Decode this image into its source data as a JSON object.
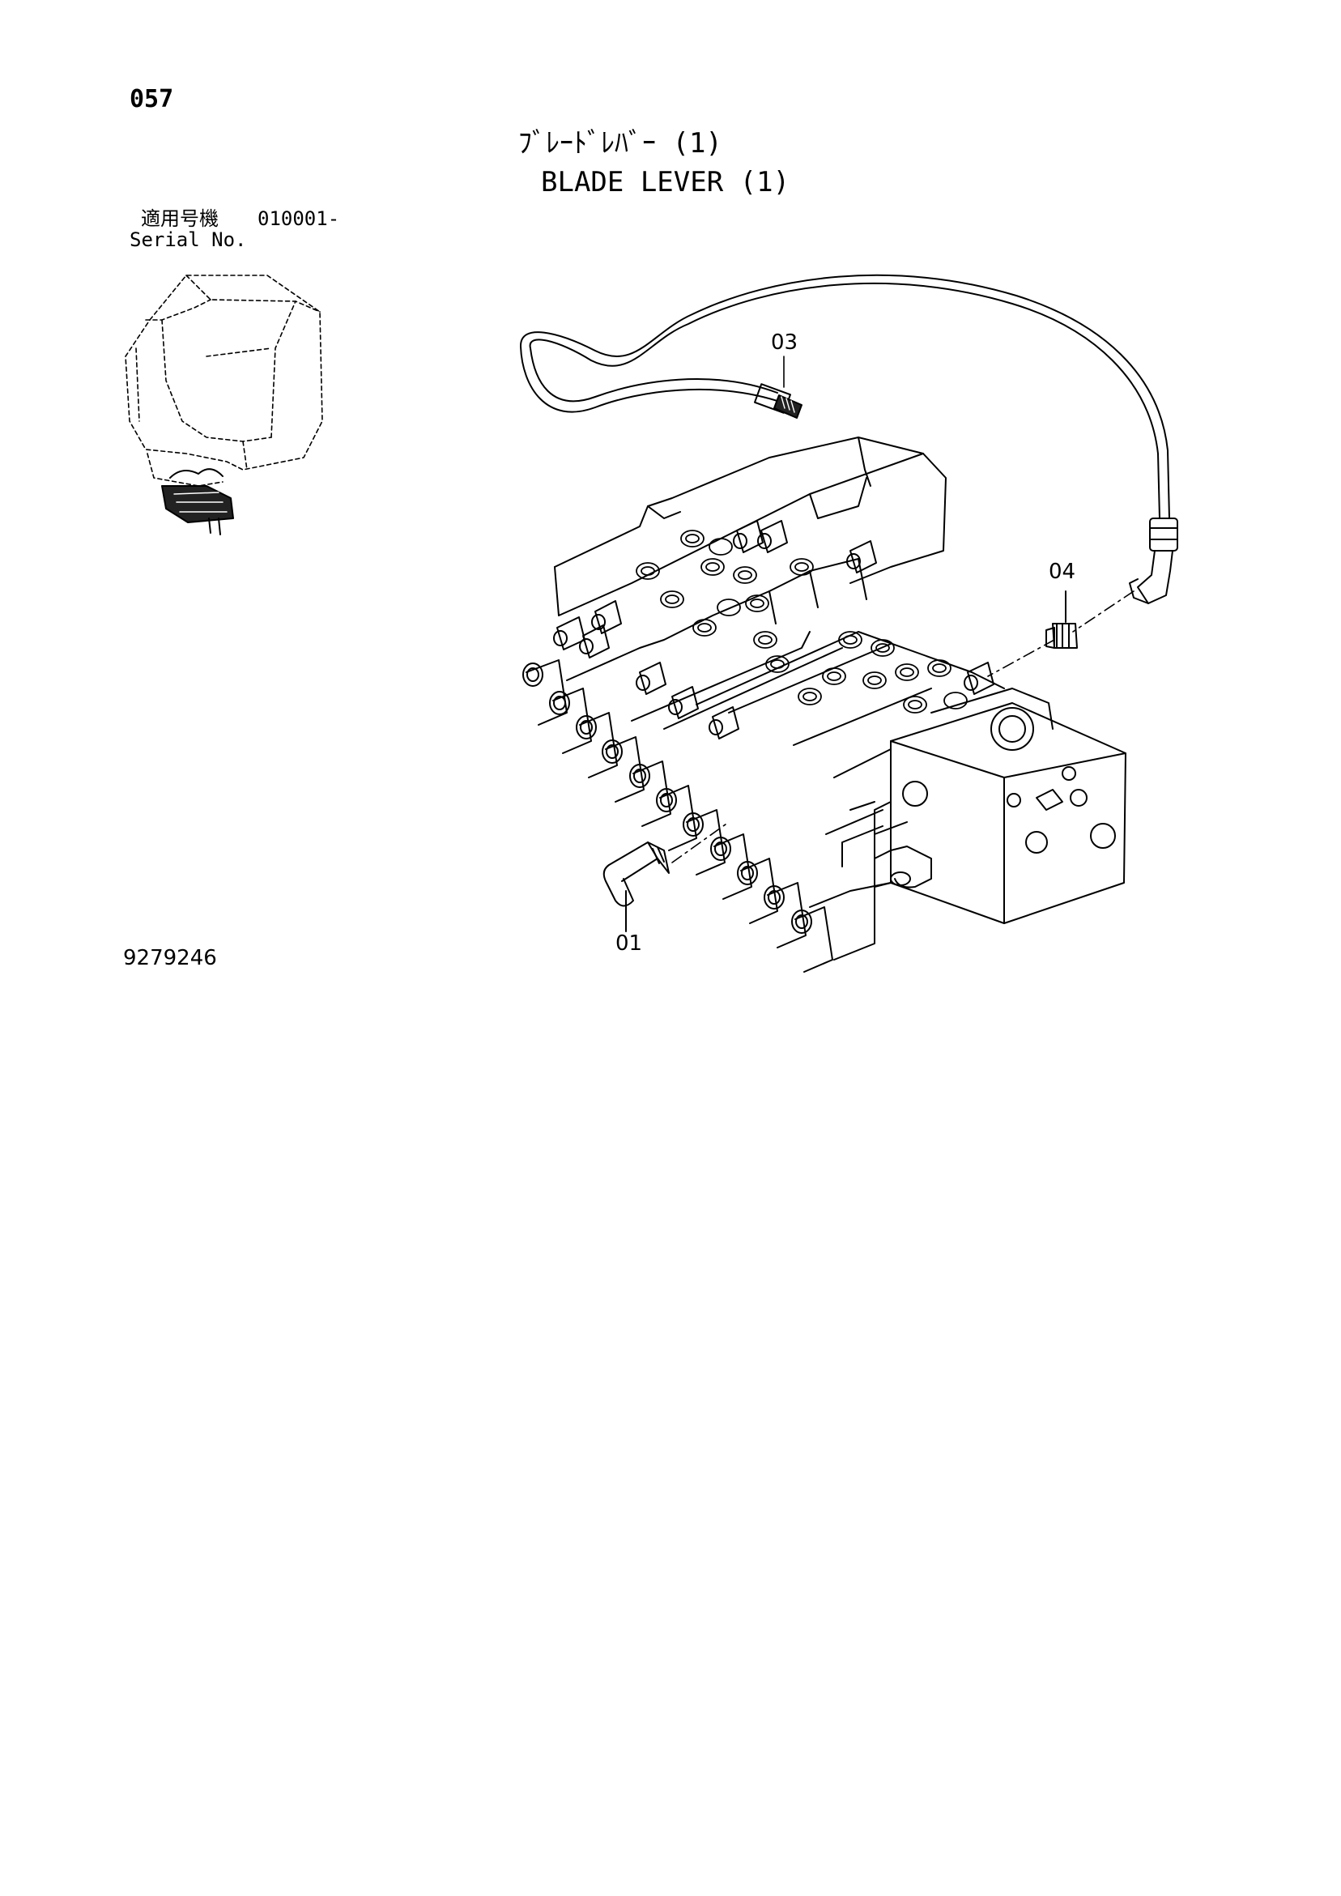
{
  "page": {
    "number": "057",
    "title_jp": "ﾌﾞﾚｰﾄﾞﾚﾊﾞｰ (1)",
    "title_en": "BLADE LEVER (1)"
  },
  "serial": {
    "label_jp": "適用号機",
    "value": "010001-",
    "label_en": "Serial No."
  },
  "callouts": {
    "c01": "01",
    "c03": "03",
    "c04": "04"
  },
  "drawing_number": "9279246"
}
